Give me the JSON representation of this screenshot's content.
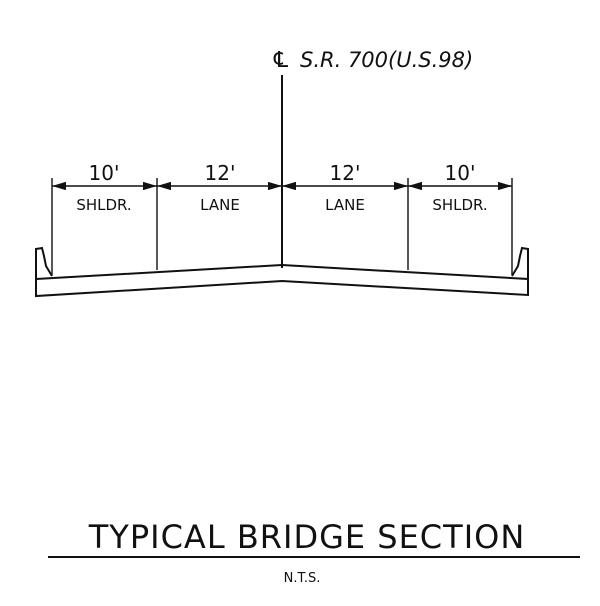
{
  "centerline": {
    "symbol": "℄",
    "label": "S.R. 700(U.S.98)"
  },
  "segments": [
    {
      "width": "10'",
      "label": "SHLDR."
    },
    {
      "width": "12'",
      "label": "LANE"
    },
    {
      "width": "12'",
      "label": "LANE"
    },
    {
      "width": "10'",
      "label": "SHLDR."
    }
  ],
  "title": "TYPICAL BRIDGE SECTION",
  "subtitle": "N.T.S."
}
